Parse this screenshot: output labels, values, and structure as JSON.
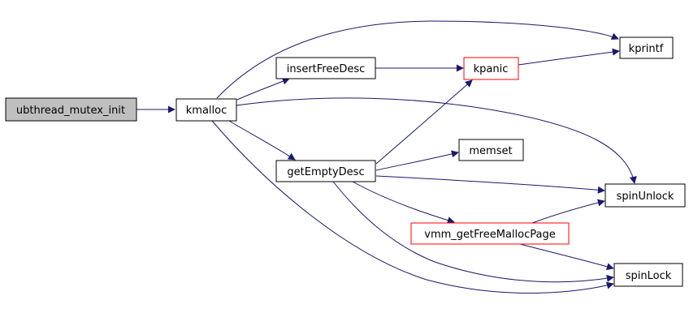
{
  "diagram": {
    "kind": "call-graph",
    "colors": {
      "edge": "#191970",
      "border": "#000000",
      "special_border": "#ff0000",
      "focus_fill": "#bfbfbf",
      "node_fill": "#ffffff",
      "background": "#ffffff",
      "text": "#000000"
    },
    "nodes": [
      {
        "id": "ubthread_mutex_init",
        "label": "ubthread_mutex_init",
        "role": "focus"
      },
      {
        "id": "kmalloc",
        "label": "kmalloc",
        "role": "normal"
      },
      {
        "id": "insertFreeDesc",
        "label": "insertFreeDesc",
        "role": "normal"
      },
      {
        "id": "kpanic",
        "label": "kpanic",
        "role": "special"
      },
      {
        "id": "kprintf",
        "label": "kprintf",
        "role": "normal"
      },
      {
        "id": "memset",
        "label": "memset",
        "role": "normal"
      },
      {
        "id": "getEmptyDesc",
        "label": "getEmptyDesc",
        "role": "normal"
      },
      {
        "id": "spinUnlock",
        "label": "spinUnlock",
        "role": "normal"
      },
      {
        "id": "vmm_getFreeMallocPage",
        "label": "vmm_getFreeMallocPage",
        "role": "special"
      },
      {
        "id": "spinLock",
        "label": "spinLock",
        "role": "normal"
      }
    ],
    "edges": [
      {
        "from": "ubthread_mutex_init",
        "to": "kmalloc"
      },
      {
        "from": "kmalloc",
        "to": "kprintf"
      },
      {
        "from": "kmalloc",
        "to": "insertFreeDesc"
      },
      {
        "from": "kmalloc",
        "to": "spinUnlock"
      },
      {
        "from": "kmalloc",
        "to": "getEmptyDesc"
      },
      {
        "from": "kmalloc",
        "to": "spinLock"
      },
      {
        "from": "insertFreeDesc",
        "to": "kpanic"
      },
      {
        "from": "kpanic",
        "to": "kprintf"
      },
      {
        "from": "getEmptyDesc",
        "to": "kpanic"
      },
      {
        "from": "getEmptyDesc",
        "to": "memset"
      },
      {
        "from": "getEmptyDesc",
        "to": "spinUnlock"
      },
      {
        "from": "getEmptyDesc",
        "to": "vmm_getFreeMallocPage"
      },
      {
        "from": "getEmptyDesc",
        "to": "spinLock"
      },
      {
        "from": "vmm_getFreeMallocPage",
        "to": "spinUnlock"
      },
      {
        "from": "vmm_getFreeMallocPage",
        "to": "spinLock"
      }
    ]
  }
}
